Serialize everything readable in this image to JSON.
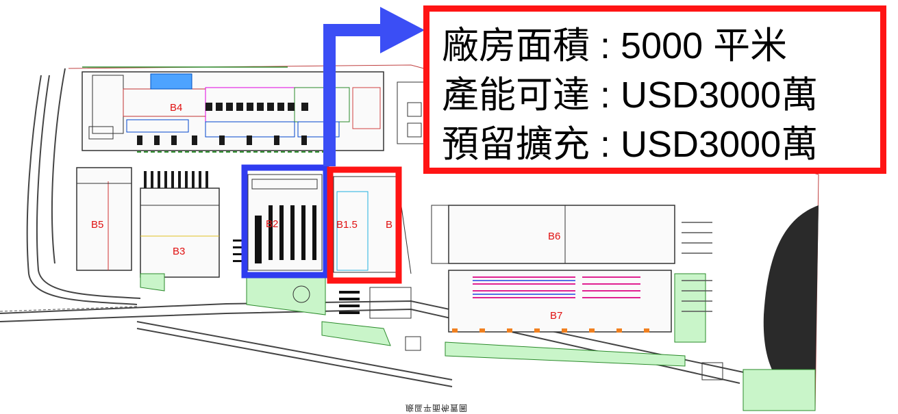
{
  "info_box": {
    "lines": [
      {
        "label": "廠房面積",
        "sep": ":",
        "value": "5000 平米"
      },
      {
        "label": "產能可達",
        "sep": ":",
        "value": "USD3000萬"
      },
      {
        "label": "預留擴充",
        "sep": ":",
        "value": "USD3000萬"
      }
    ],
    "border_color": "#ff1414"
  },
  "buildings": {
    "b1": "B1.5",
    "b2": "B2",
    "b3": "B3",
    "b4": "B4",
    "b5": "B5",
    "b6": "B6",
    "b7": "B7",
    "b8": "B"
  },
  "highlights": {
    "current_color": "#2f3cf0",
    "expansion_color": "#ff1414",
    "arrow_color": "#3b4ef5"
  },
  "caption": "廠區平面佈置圖"
}
